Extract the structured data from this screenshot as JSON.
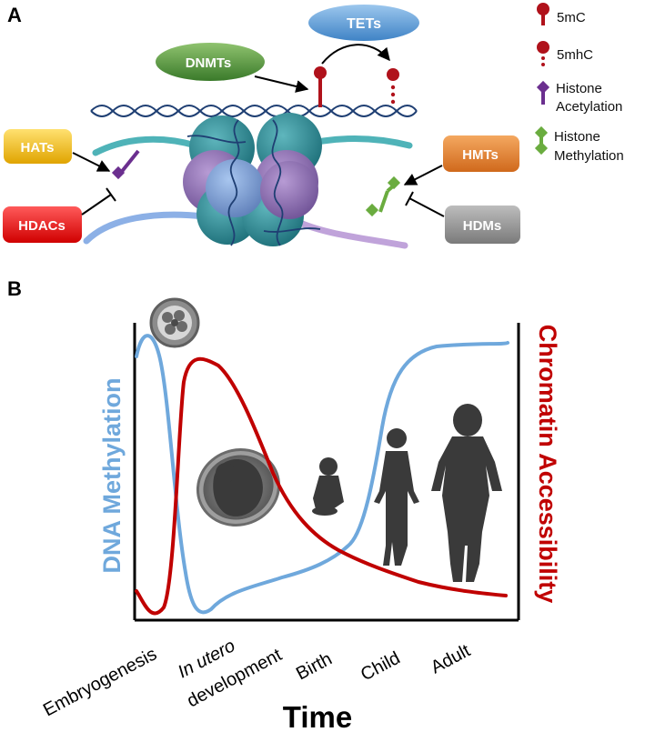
{
  "panels": {
    "a": {
      "label": "A"
    },
    "b": {
      "label": "B"
    }
  },
  "enzymes": {
    "tets": "TETs",
    "dnmts": "DNMTs",
    "hats": "HATs",
    "hdacs": "HDACs",
    "hmts": "HMTs",
    "hdms": "HDMs"
  },
  "legend": {
    "mc": "5mC",
    "mhc": "5mhC",
    "acetylation": [
      "Histone",
      "Acetylation"
    ],
    "methylation": [
      "Histone",
      "Methylation"
    ]
  },
  "chart": {
    "left_axis_label": "DNA Methylation",
    "right_axis_label": "Chromatin Accessibility",
    "x_title": "Time",
    "stages": {
      "embryogenesis": "Embryogenesis",
      "in_utero_1": "In utero",
      "in_utero_2": "development",
      "birth": "Birth",
      "child": "Child",
      "adult": "Adult"
    }
  },
  "colors": {
    "methylation_line": "#6fa8dc",
    "accessibility_line": "#c00000",
    "tets_pill": "#5b9bd5",
    "dnmts_pill": "#4f8f3a",
    "hats_pill": "#f0b800",
    "hdacs_pill": "#e01010",
    "hmts_pill": "#e07a26",
    "hdms_pill": "#8a8a8a",
    "acetyl_mark": "#6b2f8f",
    "methyl_mark": "#6aac3f",
    "cpg_mark": "#b0121b"
  }
}
